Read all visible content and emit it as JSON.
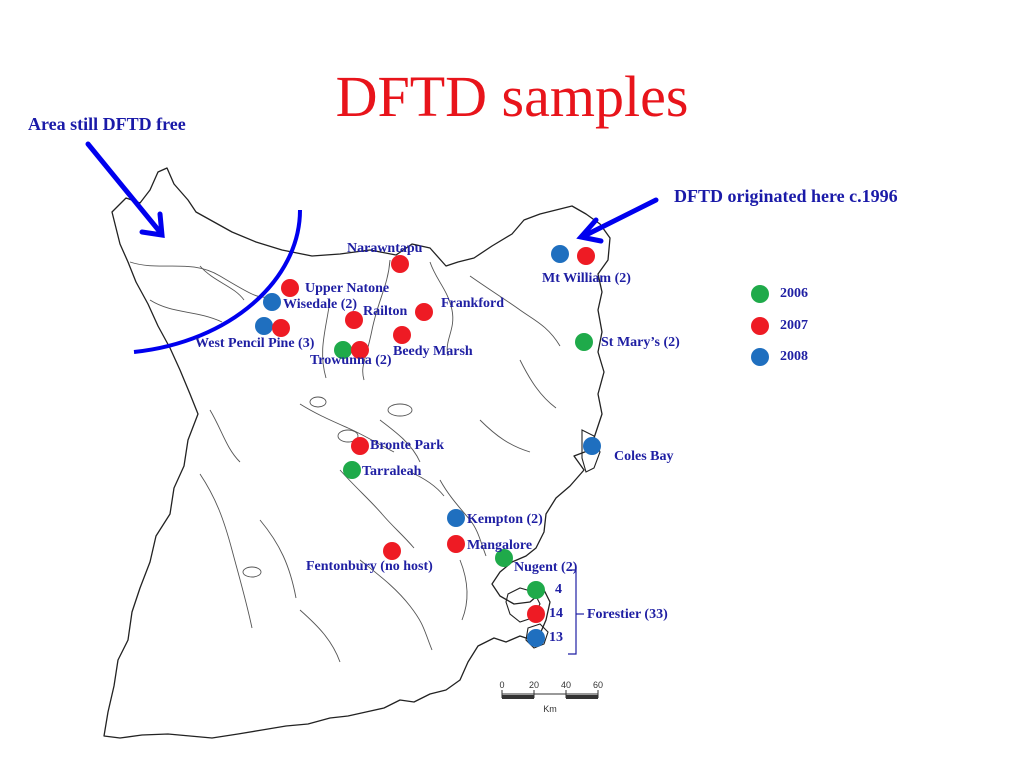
{
  "title": "DFTD samples",
  "annotations": {
    "free_area": "Area still DFTD free",
    "origin": "DFTD originated here c.1996"
  },
  "colors": {
    "y2006": "#1faa4a",
    "y2007": "#ee1b24",
    "y2008": "#1f6fbf",
    "title": "#e8141b",
    "label": "#1f1fa3",
    "arrow": "#0000ee"
  },
  "legend": [
    {
      "label": "2006",
      "color": "#1faa4a"
    },
    {
      "label": "2007",
      "color": "#ee1b24"
    },
    {
      "label": "2008",
      "color": "#1f6fbf"
    }
  ],
  "sites": {
    "narawntapu": "Narawntapu",
    "upper_natone": "Upper Natone",
    "wisedale": "Wisedale (2)",
    "railton": "Railton",
    "frankford": "Frankford",
    "west_pencil_pine": "West Pencil Pine (3)",
    "trowunna": "Trowunna (2)",
    "beedy_marsh": "Beedy Marsh",
    "mt_william": "Mt William (2)",
    "st_marys": "St Mary’s (2)",
    "coles_bay": "Coles Bay",
    "bronte_park": "Bronte Park",
    "tarraleah": "Tarraleah",
    "kempton": "Kempton (2)",
    "mangalore": "Mangalore",
    "fentonbury": "Fentonbury (no host)",
    "nugent": "Nugent (2)",
    "forestier": "Forestier (33)",
    "forestier_2006": "4",
    "forestier_2007": "14",
    "forestier_2008": "13"
  },
  "scale_bar": {
    "ticks": [
      "0",
      "20",
      "40",
      "60"
    ],
    "unit": "Km"
  }
}
